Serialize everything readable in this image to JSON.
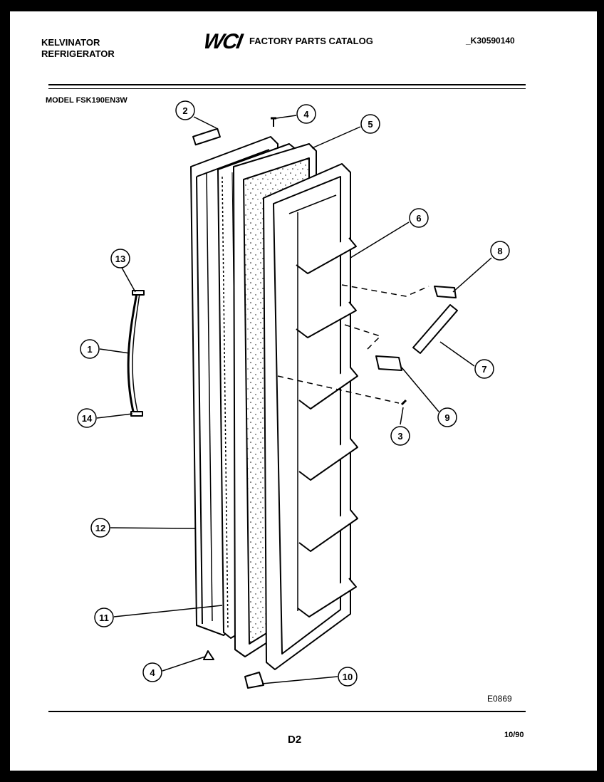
{
  "header": {
    "brand_line1": "KELVINATOR",
    "brand_line2": "REFRIGERATOR",
    "logo": "WCI",
    "catalog_title": "FACTORY PARTS CATALOG",
    "catalog_number": "_K30590140"
  },
  "model": "MODEL FSK190EN3W",
  "footer": {
    "drawing_code": "E0869",
    "page": "D2",
    "date": "10/90"
  },
  "callouts": [
    "1",
    "2",
    "3",
    "4",
    "4",
    "5",
    "6",
    "7",
    "8",
    "9",
    "10",
    "11",
    "12",
    "13",
    "14"
  ]
}
